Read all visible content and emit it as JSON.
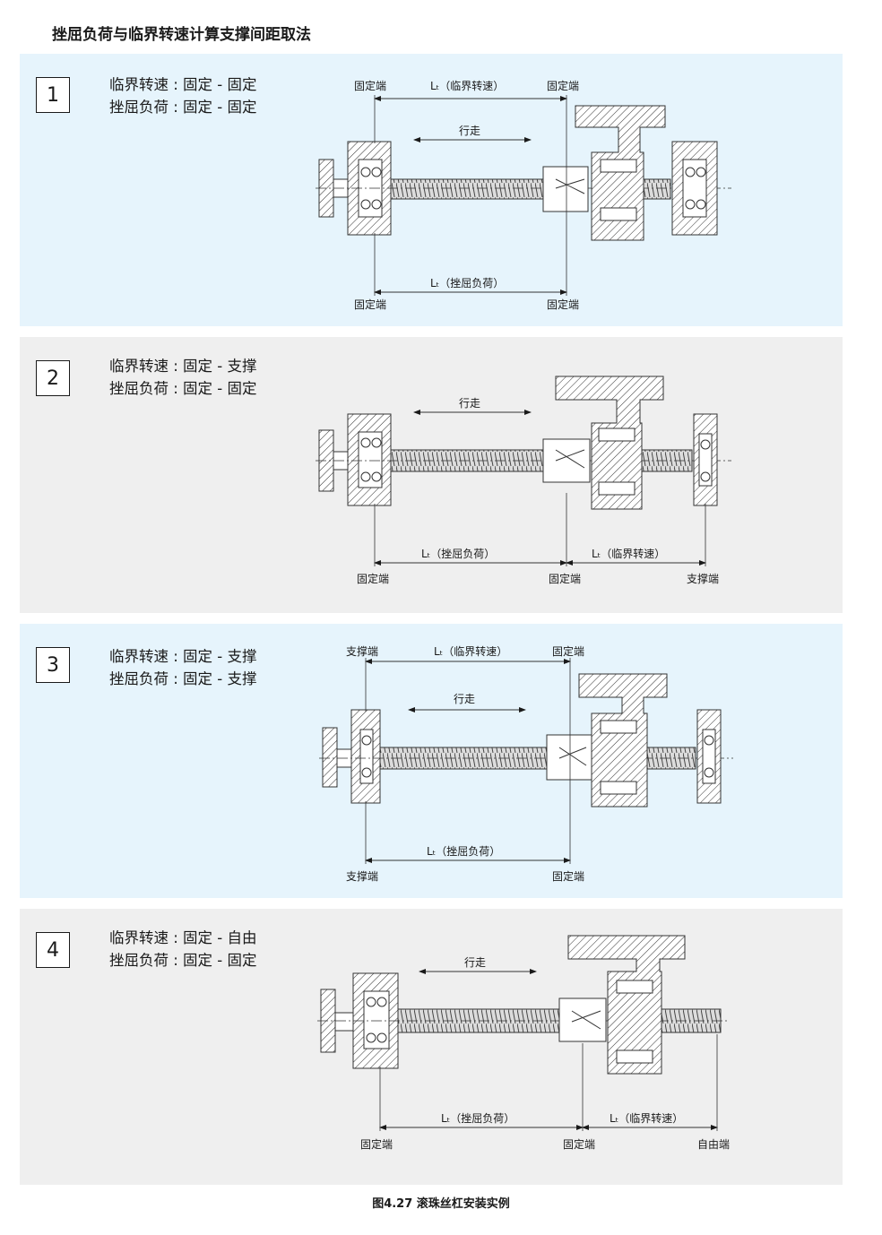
{
  "page": {
    "title": "挫屈负荷与临界转速计算支撑间距取法",
    "caption": "图4.27 滚珠丝杠安装实例"
  },
  "panels": [
    {
      "number": "1",
      "line1": "临界转速 : 固定 - 固定",
      "line2": "挫屈负荷 : 固定 - 固定",
      "labels": {
        "top_left": "固定端",
        "top_mid": "Lₜ（临界转速）",
        "top_right": "固定端",
        "travel": "行走",
        "bot_mid": "Lₜ（挫屈负荷）",
        "bot_left": "固定端",
        "bot_right": "固定端"
      }
    },
    {
      "number": "2",
      "line1": "临界转速 : 固定 - 支撑",
      "line2": "挫屈负荷 : 固定 - 固定",
      "labels": {
        "travel": "行走",
        "dim_left": "Lₜ（挫屈负荷）",
        "dim_right": "Lₜ（临界转速）",
        "bot_left": "固定端",
        "bot_mid": "固定端",
        "bot_right": "支撑端"
      }
    },
    {
      "number": "3",
      "line1": "临界转速 : 固定 - 支撑",
      "line2": "挫屈负荷 : 固定 - 支撑",
      "labels": {
        "top_left": "支撑端",
        "top_mid": "Lₜ（临界转速）",
        "top_right": "固定端",
        "travel": "行走",
        "bot_mid": "Lₜ（挫屈负荷）",
        "bot_left": "支撑端",
        "bot_right": "固定端"
      }
    },
    {
      "number": "4",
      "line1": "临界转速 : 固定 - 自由",
      "line2": "挫屈负荷 : 固定 - 固定",
      "labels": {
        "travel": "行走",
        "dim_left": "Lₜ（挫屈负荷）",
        "dim_right": "Lₜ（临界转速）",
        "bot_left": "固定端",
        "bot_mid": "固定端",
        "bot_right": "自由端"
      }
    }
  ],
  "colors": {
    "panel_blue": "#e6f4fc",
    "panel_gray": "#efefef",
    "line": "#1a1a1a"
  }
}
